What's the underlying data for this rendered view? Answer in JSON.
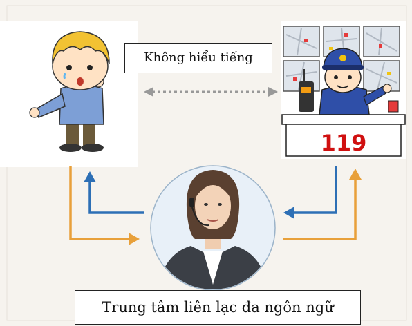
{
  "labels": {
    "top": "Không hiểu tiếng",
    "bottom": "Trung tâm liên lạc đa ngôn ngữ"
  },
  "dispatcher": {
    "desk_number": "119"
  },
  "colors": {
    "background": "#f6f3ee",
    "orange_arrow": "#e8a03a",
    "blue_arrow": "#2d6fb5",
    "dashed_arrow": "#999999",
    "desk_number": "#d01010"
  },
  "icons": [
    "caller-boy-icon",
    "police-dispatcher-icon",
    "operator-headset-icon",
    "dashed-double-arrow-icon"
  ]
}
